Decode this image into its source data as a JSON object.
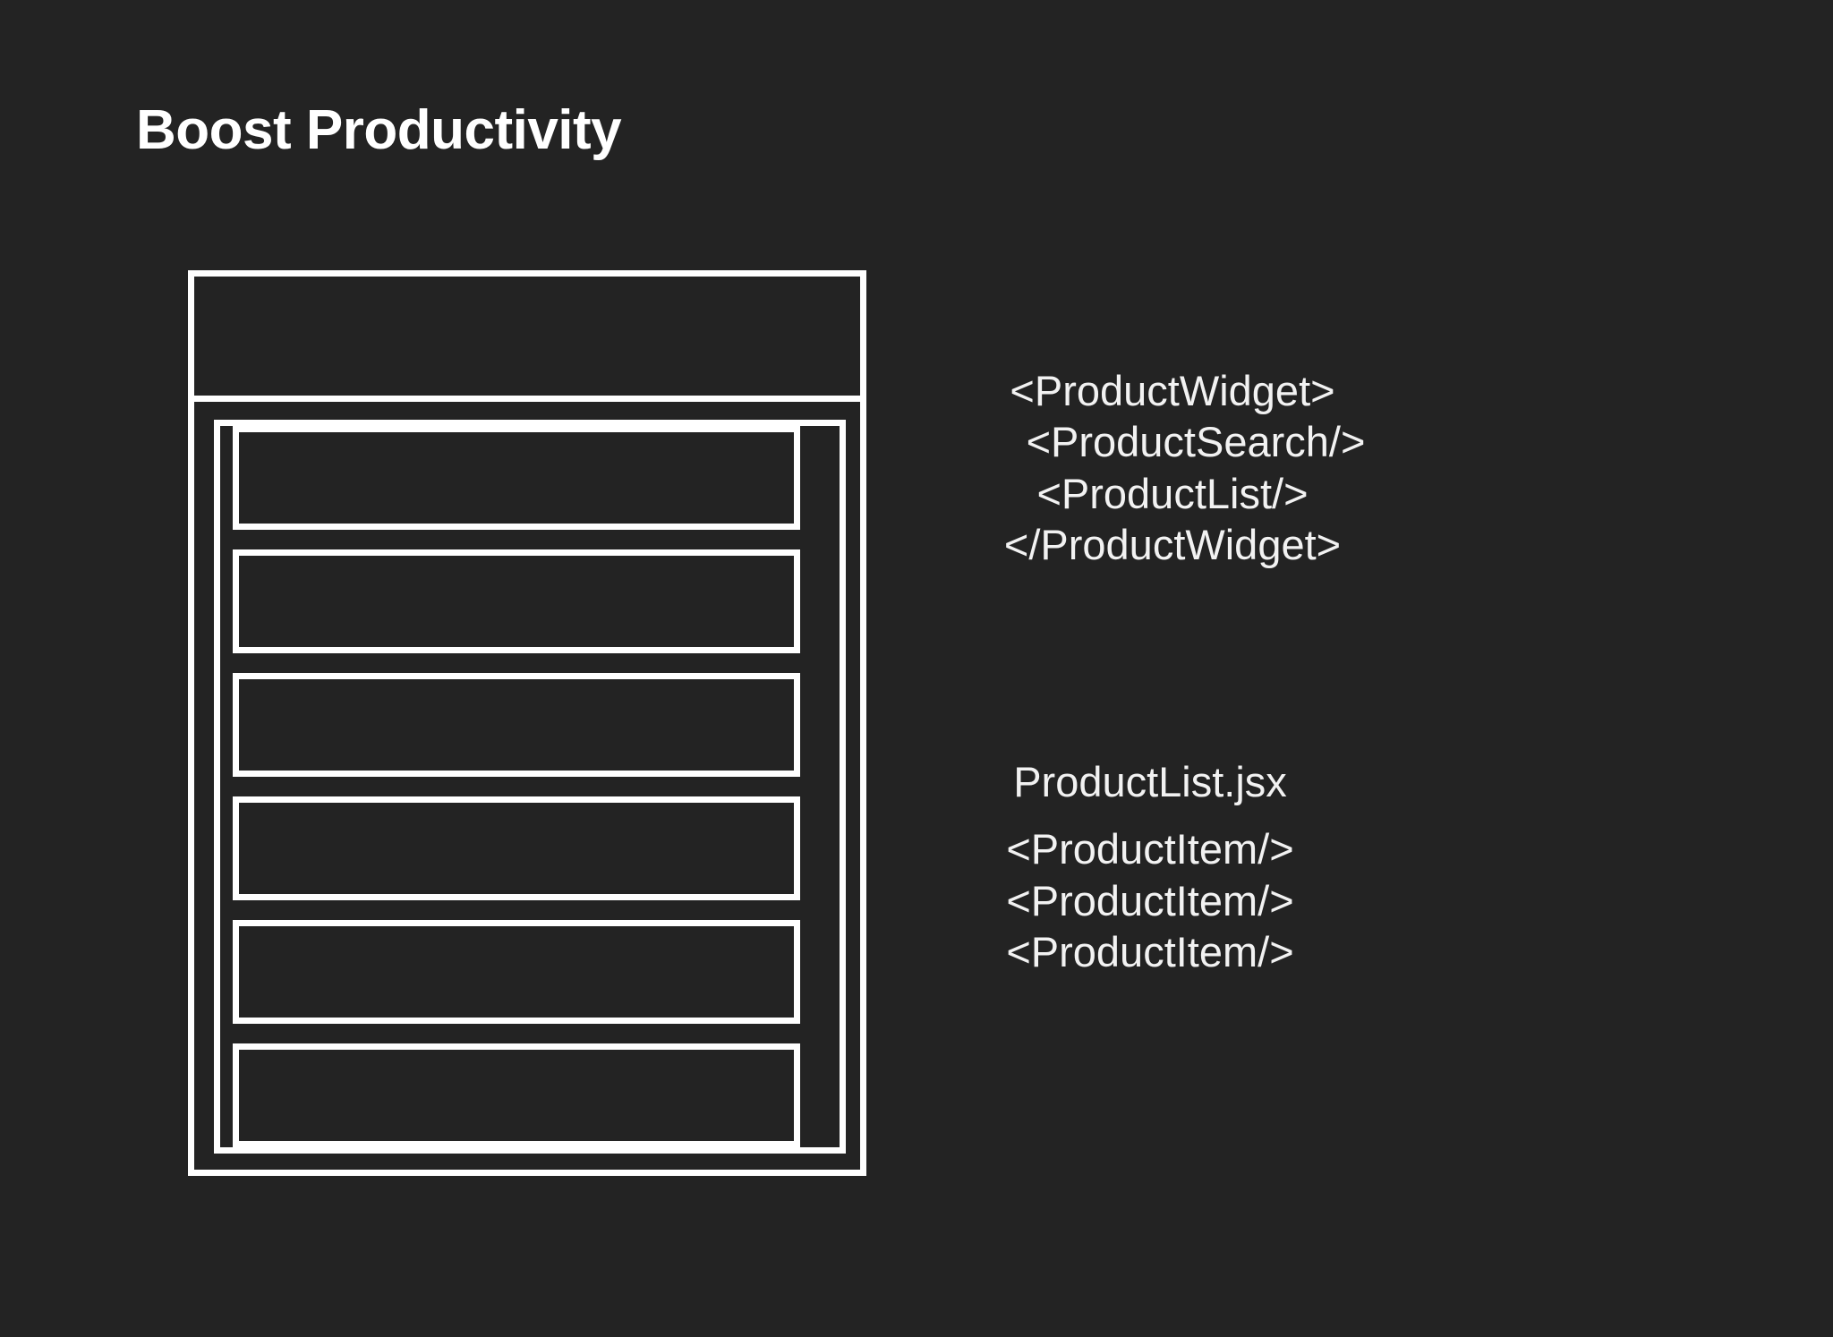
{
  "background_color": "#232323",
  "foreground_color": "#ffffff",
  "slide": {
    "title": "Boost Productivity"
  },
  "wireframe": {
    "header_label": "",
    "rows": [
      {
        "label": ""
      },
      {
        "label": ""
      },
      {
        "label": ""
      },
      {
        "label": ""
      },
      {
        "label": ""
      },
      {
        "label": ""
      }
    ]
  },
  "code_block_1": {
    "lines": [
      {
        "text": "<ProductWidget>",
        "indent": 0
      },
      {
        "text": "<ProductSearch/>",
        "indent": 1
      },
      {
        "text": "<ProductList/>",
        "indent": 0
      },
      {
        "text": "</ProductWidget>",
        "indent": 0
      }
    ]
  },
  "code_block_2": {
    "file_name": "ProductList.jsx",
    "lines": [
      {
        "text": "<ProductItem/>",
        "indent": 0
      },
      {
        "text": "<ProductItem/>",
        "indent": 0
      },
      {
        "text": "<ProductItem/>",
        "indent": 0
      }
    ]
  }
}
